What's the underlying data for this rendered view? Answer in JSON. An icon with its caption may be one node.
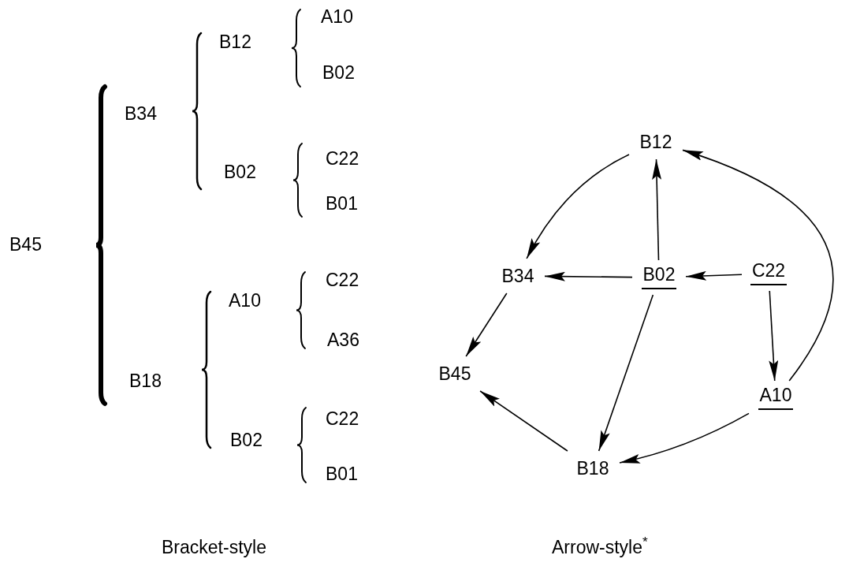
{
  "diagram": {
    "nodes": [
      {
        "text": [
          "B12"
        ]
      },
      {
        "text": [
          "B34"
        ]
      },
      {
        "text": [
          "B02"
        ]
      },
      {
        "text": [
          "C22"
        ]
      },
      {
        "text": [
          "B45"
        ]
      },
      {
        "text": [
          "A10"
        ]
      },
      {
        "text": [
          "B18"
        ]
      }
    ],
    "edges": [
      {
        "from": 0,
        "to": 1,
        "arrow": "to"
      },
      {
        "from": 2,
        "to": 0,
        "arrow": "to"
      },
      {
        "from": 2,
        "to": 1,
        "arrow": "to"
      },
      {
        "from": 3,
        "to": 2,
        "arrow": "to"
      },
      {
        "from": 3,
        "to": 5,
        "arrow": "to"
      },
      {
        "from": 1,
        "to": 4,
        "arrow": "to"
      },
      {
        "from": 2,
        "to": 6,
        "arrow": "to"
      },
      {
        "from": 5,
        "to": 6,
        "arrow": "to"
      },
      {
        "from": 6,
        "to": 4,
        "arrow": "to"
      },
      {
        "from": 5,
        "to": 0,
        "arrow": "to"
      }
    ],
    "labels": [
      "A10",
      "B12",
      "B02",
      "B34",
      "C22",
      "B02",
      "B01",
      "B45",
      "C22",
      "A10",
      "A36",
      "B18",
      "C22",
      "B02",
      "B01",
      "Bracket-style",
      "Arrow-style$^{*}$"
    ]
  }
}
